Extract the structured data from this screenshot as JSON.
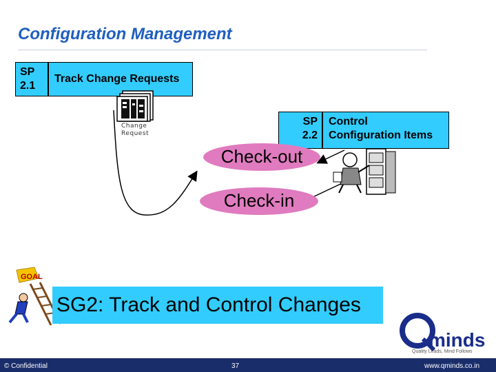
{
  "slide": {
    "title": "Configuration Management"
  },
  "sp21": {
    "id": "SP\n2.1",
    "label": "Track Change Requests"
  },
  "sp22": {
    "id": "SP\n2.2",
    "label": "Control Configuration Items"
  },
  "change_request_label": "Change\nRequest",
  "checkout_label": "Check-out",
  "checkin_label": "Check-in",
  "goal": {
    "sign_text": "GOAL",
    "text": "SG2: Track and Control Changes"
  },
  "logo": {
    "brand": "minds",
    "tagline": "Quality Leads, Mind Follows"
  },
  "footer": {
    "left": "© Confidential",
    "page": "37",
    "right": "www.qminds.co.in"
  },
  "colors": {
    "title": "#1f5fbf",
    "box": "#33ccff",
    "ellipse": "#e07bbf",
    "footer": "#1a2d6b"
  }
}
